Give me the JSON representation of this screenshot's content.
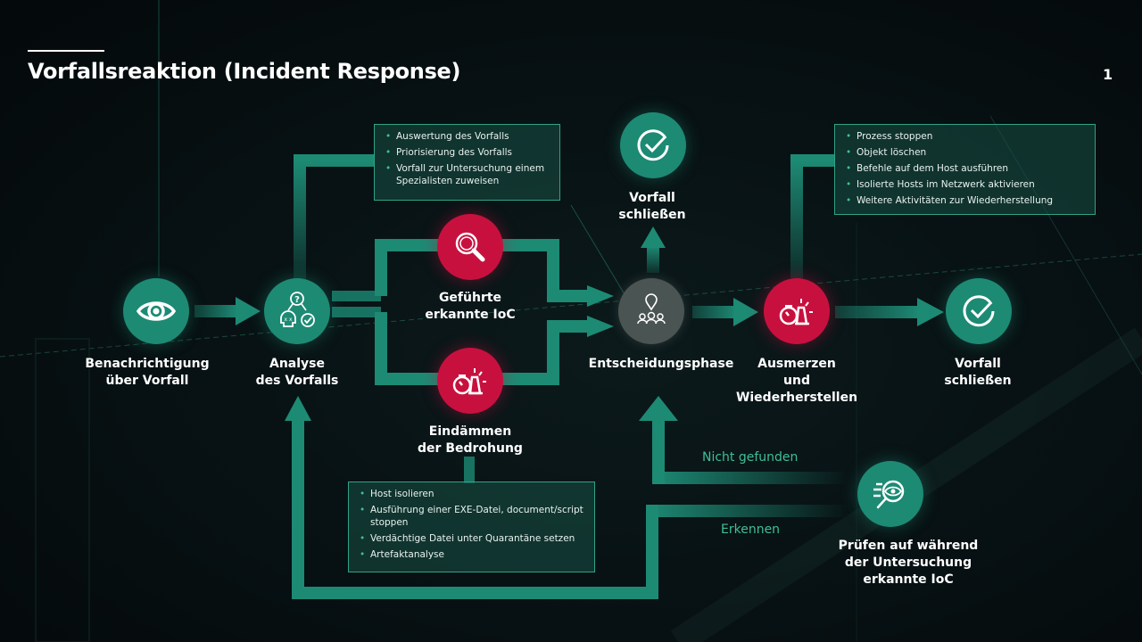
{
  "header": {
    "title": "Vorfallsreaktion (Incident Response)",
    "page_number": "1"
  },
  "colors": {
    "accent_green": "#1d8a74",
    "accent_red": "#c8103e",
    "neutral_gray": "#4a5452",
    "label_green": "#3fbf95",
    "background": "#071012"
  },
  "nodes": {
    "notification": {
      "icon": "eye-icon",
      "lines": [
        "Benachrichtigung",
        "über Vorfall"
      ]
    },
    "analysis": {
      "icon": "analysis-icon",
      "lines": [
        "Analyse",
        "des Vorfalls"
      ]
    },
    "guided_ioc": {
      "icon": "magnifier-icon",
      "lines": [
        "Geführte",
        "erkannte IoC"
      ]
    },
    "contain": {
      "icon": "stopwatch-alarm-icon",
      "lines": [
        "Eindämmen",
        "der Bedrohung"
      ]
    },
    "decision": {
      "icon": "team-pin-icon",
      "lines": [
        "Entscheidungsphase"
      ]
    },
    "close_top": {
      "icon": "check-circle-icon",
      "lines": [
        "Vorfall",
        "schließen"
      ]
    },
    "remediate": {
      "icon": "stopwatch-alarm-icon",
      "lines": [
        "Ausmerzen",
        "und",
        "Wiederherstellen"
      ]
    },
    "close_right": {
      "icon": "check-circle-icon",
      "lines": [
        "Vorfall",
        "schließen"
      ]
    },
    "check_ioc": {
      "icon": "eye-search-icon",
      "lines": [
        "Prüfen auf während",
        "der Untersuchung",
        "erkannte IoC"
      ]
    }
  },
  "flow_labels": {
    "not_found": "Nicht gefunden",
    "detect": "Erkennen"
  },
  "info_boxes": {
    "analysis": {
      "items": [
        "Auswertung des Vorfalls",
        "Priorisierung des Vorfalls",
        "Vorfall zur Untersuchung einem Spezialisten zuweisen"
      ]
    },
    "remediation": {
      "items": [
        "Prozess stoppen",
        "Objekt löschen",
        "Befehle auf dem Host ausführen",
        "Isolierte Hosts im Netzwerk aktivieren",
        "Weitere Aktivitäten zur Wiederherstellung"
      ]
    },
    "containment": {
      "items": [
        "Host isolieren",
        "Ausführung einer EXE-Datei, document/script stoppen",
        "Verdächtige Datei unter Quarantäne setzen",
        "Artefaktanalyse"
      ]
    }
  }
}
